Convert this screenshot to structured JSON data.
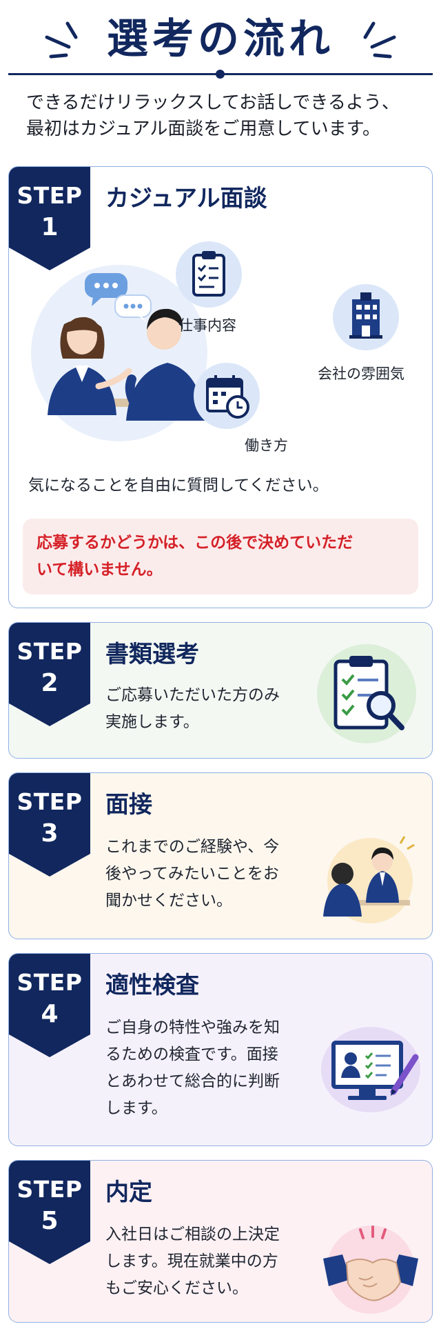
{
  "page": {
    "title": "選考の流れ",
    "intro_line1": "できるだけリラックスしてお話しできるよう、",
    "intro_line2": "最初はカジュアル面談をご用意しています。"
  },
  "step_label": "STEP",
  "steps": [
    {
      "number": "1",
      "title": "カジュアル面談",
      "topics": [
        {
          "label": "仕事内容",
          "icon": "clipboard-checklist-icon"
        },
        {
          "label": "会社の雰囲気",
          "icon": "building-icon"
        },
        {
          "label": "働き方",
          "icon": "calendar-clock-icon"
        }
      ],
      "body": "気になることを自由に質問してください。",
      "note_line1": "応募するかどうかは、この後で決めていただ",
      "note_line2": "いて構いません。"
    },
    {
      "number": "2",
      "title": "書類選考",
      "desc_lines": [
        "ご応募いただいた方のみ",
        "実施します。"
      ],
      "icon": "document-review-icon"
    },
    {
      "number": "3",
      "title": "面接",
      "desc_lines": [
        "これまでのご経験や、今",
        "後やってみたいことをお",
        "聞かせください。"
      ],
      "icon": "interview-icon"
    },
    {
      "number": "4",
      "title": "適性検査",
      "desc_lines": [
        "ご自身の特性や強みを知",
        "るための検査です。面接",
        "とあわせて総合的に判断",
        "します。"
      ],
      "icon": "aptitude-test-icon"
    },
    {
      "number": "5",
      "title": "内定",
      "desc_lines": [
        "入社日はご相談の上決定",
        "します。現在就業中の方",
        "もご安心ください。"
      ],
      "icon": "handshake-icon"
    }
  ],
  "colors": {
    "navy": "#11275e",
    "accent_red": "#d52027",
    "border_blue": "#8fb0e3",
    "bg_step2": "#f4f8f3",
    "bg_step3": "#fdf7ee",
    "bg_step4": "#f5f1fb",
    "bg_step5": "#fdf1f4"
  }
}
